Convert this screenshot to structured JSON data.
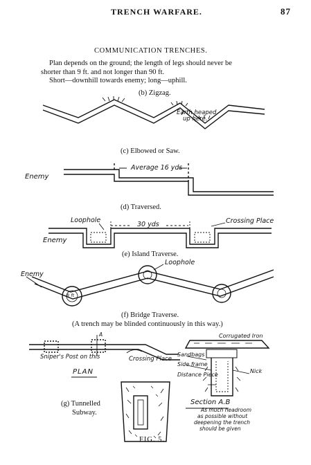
{
  "header": {
    "title": "TRENCH WARFARE.",
    "page_number": "87"
  },
  "section_title": "COMMUNICATION TRENCHES.",
  "intro": {
    "line1": "Plan depends on the ground; the length of legs should never be",
    "line2": "shorter than 9 ft. and not longer than 90 ft.",
    "line3": "Short—downhill towards enemy; long—uphill."
  },
  "figures": {
    "b": {
      "caption": "(b) Zigzag.",
      "note_line1": "Earth heaped",
      "note_line2": "up here."
    },
    "c": {
      "caption": "(c) Elbowed or Saw.",
      "enemy": "Enemy",
      "average": "Average 16 yds"
    },
    "d": {
      "caption": "(d) Traversed.",
      "loophole": "Loophole",
      "distance": "30 yds",
      "crossing": "Crossing Place",
      "enemy": "Enemy"
    },
    "e": {
      "caption": "(e) Island Traverse.",
      "loophole": "Loophole",
      "enemy": "Enemy",
      "island_mark": "8 ft"
    },
    "f": {
      "caption": "(f) Bridge Traverse.",
      "note": "(A trench may be blinded continuously in this way.)",
      "snipers_post": "Sniper's Post on this",
      "crossing": "Crossing Place",
      "plan": "PLAN",
      "label_a": "A",
      "corrugated": "Corrugated Iron",
      "sandbags": "Sandbags",
      "side_frame": "Side frame",
      "distance_piece": "Distance Piece",
      "nick": "Nick",
      "section": "Section A.B",
      "note_line1": "As much headroom",
      "note_line2": "as possible without",
      "note_line3": "deepening the trench",
      "note_line4": "should be given"
    },
    "g": {
      "caption_line1": "(g) Tunnelled",
      "caption_line2": "Subway."
    }
  },
  "fig_label": "FIG. 5."
}
